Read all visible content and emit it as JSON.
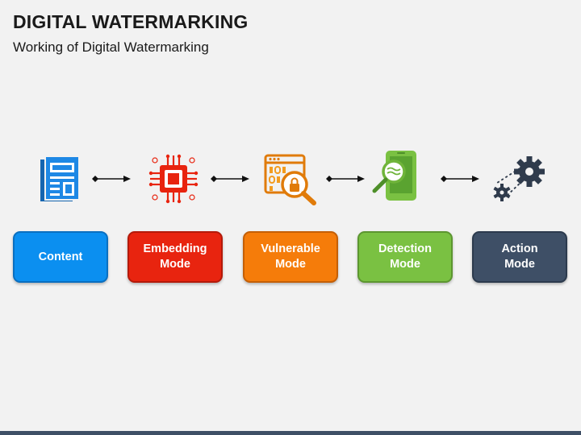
{
  "header": {
    "title": "DIGITAL WATERMARKING",
    "subtitle": "Working of Digital Watermarking"
  },
  "steps": [
    {
      "label": "Content",
      "icon": "document-icon",
      "color": "#0b8ff0",
      "border": "#0a6fc0"
    },
    {
      "label": "Embedding\nMode",
      "icon": "chip-icon",
      "color": "#e8240f",
      "border": "#b41a0a"
    },
    {
      "label": "Vulnerable\nMode",
      "icon": "secure-browser-search-icon",
      "color": "#f57c0a",
      "border": "#c45f06"
    },
    {
      "label": "Detection\nMode",
      "icon": "mobile-search-icon",
      "color": "#7ac142",
      "border": "#5c9630"
    },
    {
      "label": "Action\nMode",
      "icon": "gears-icon",
      "color": "#3e4f66",
      "border": "#2c3a4d"
    }
  ]
}
